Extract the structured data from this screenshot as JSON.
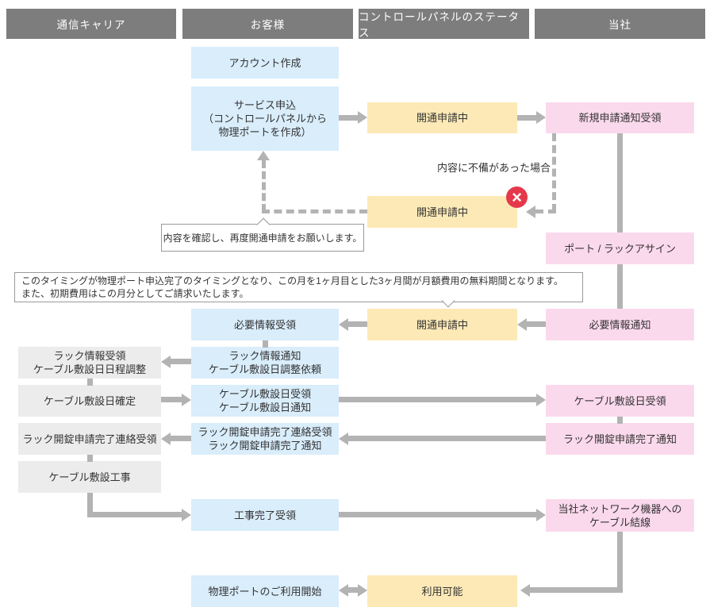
{
  "lanes": [
    {
      "label": "通信キャリア"
    },
    {
      "label": "お客様"
    },
    {
      "label": "コントロールパネルのステータス"
    },
    {
      "label": "当社"
    }
  ],
  "nodes": {
    "account_create": "アカウント作成",
    "service_apply": "サービス申込\n（コントロールパネルから\n物理ポートを作成）",
    "status_opening_1": "開通申請中",
    "new_request_received": "新規申請通知受領",
    "status_opening_2": "開通申請中",
    "port_rack_assign": "ポート / ラックアサイン",
    "required_info_received": "必要情報受領",
    "status_opening_3": "開通申請中",
    "required_info_notice": "必要情報通知",
    "rack_info_notice": "ラック情報通知\nケーブル敷設日調整依頼",
    "rack_info_received": "ラック情報受領\nケーブル敷設日日程調整",
    "cable_date_fixed": "ケーブル敷設日確定",
    "cable_date_recv_notice": "ケーブル敷設日受領\nケーブル敷設日通知",
    "cable_date_received": "ケーブル敷設日受領",
    "rack_unlock_contact_received": "ラック開錠申請完了連絡受領",
    "rack_unlock_recv_notice": "ラック開錠申請完了連絡受領\nラック開錠申請完了通知",
    "rack_unlock_notice": "ラック開錠申請完了通知",
    "cable_construction": "ケーブル敷設工事",
    "construction_complete_received": "工事完了受領",
    "cable_connection": "当社ネットワーク機器への\nケーブル結線",
    "port_usage_start": "物理ポートのご利用開始",
    "status_available": "利用可能"
  },
  "annotations": {
    "defect_case_label": "内容に不備があった場合",
    "recheck_callout": "内容を確認し、再度開通申請をお願いします。",
    "billing_note": "このタイミングが物理ポート申込完了のタイミングとなり、この月を1ヶ月目とした3ヶ月間が月額費用の無料期間となります。\nまた、初期費用はこの月分としてご請求いたします。"
  },
  "icons": {
    "error_x": "×"
  },
  "colors": {
    "lane_header_bg": "#7d7d7d",
    "customer_box": "#d9edfb",
    "status_box": "#fce9b6",
    "company_box": "#fbd9ec",
    "carrier_box": "#ececec",
    "arrow": "#b3b3b3",
    "error_red": "#e5394b",
    "note_border": "#999999",
    "text": "#333333"
  }
}
